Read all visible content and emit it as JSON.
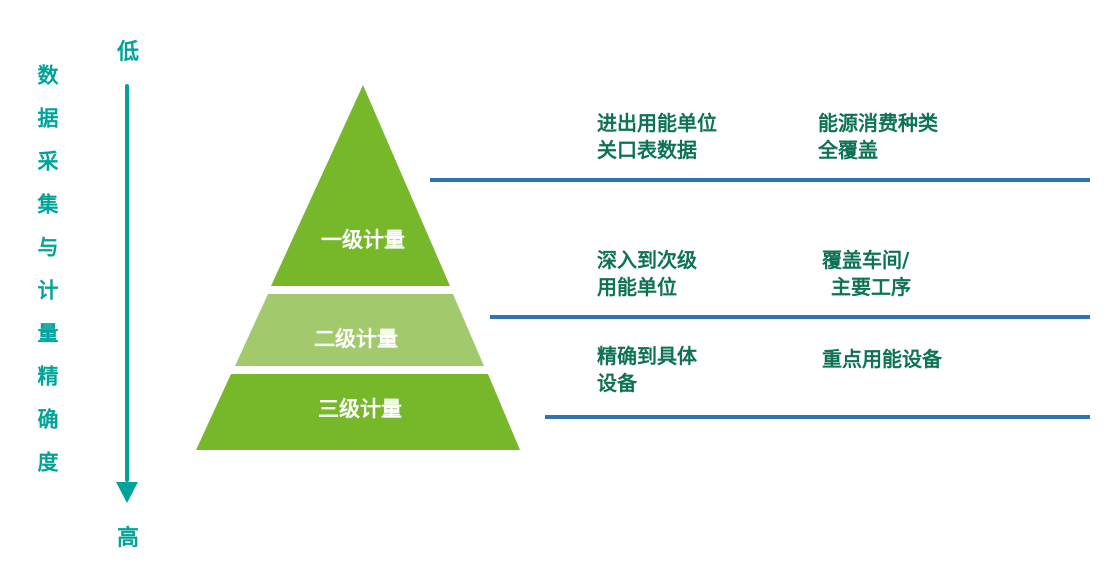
{
  "axis": {
    "title_vertical": "数据采集与计量精确度",
    "low_label": "低",
    "high_label": "高"
  },
  "pyramid": {
    "levels": [
      {
        "label": "一级计量"
      },
      {
        "label": "二级计量"
      },
      {
        "label": "三级计量"
      }
    ]
  },
  "annotations": [
    {
      "col1_line1": "进出用能单位",
      "col1_line2": "关口表数据",
      "col2_line1": "能源消费种类",
      "col2_line2": "全覆盖"
    },
    {
      "col1_line1": "深入到次级",
      "col1_line2": "用能单位",
      "col2_line1": "覆盖车间/",
      "col2_line2": "主要工序"
    },
    {
      "col1_line1": "精确到具体",
      "col1_line2": "设备",
      "col2_line1": "重点用能设备",
      "col2_line2": ""
    }
  ],
  "colors": {
    "teal_accent": "#00A39B",
    "pyramid_green": "#76B82A",
    "pyramid_light_green": "#A2C96B",
    "underline_blue": "#2E74B5",
    "annotation_text": "#0E7255"
  }
}
